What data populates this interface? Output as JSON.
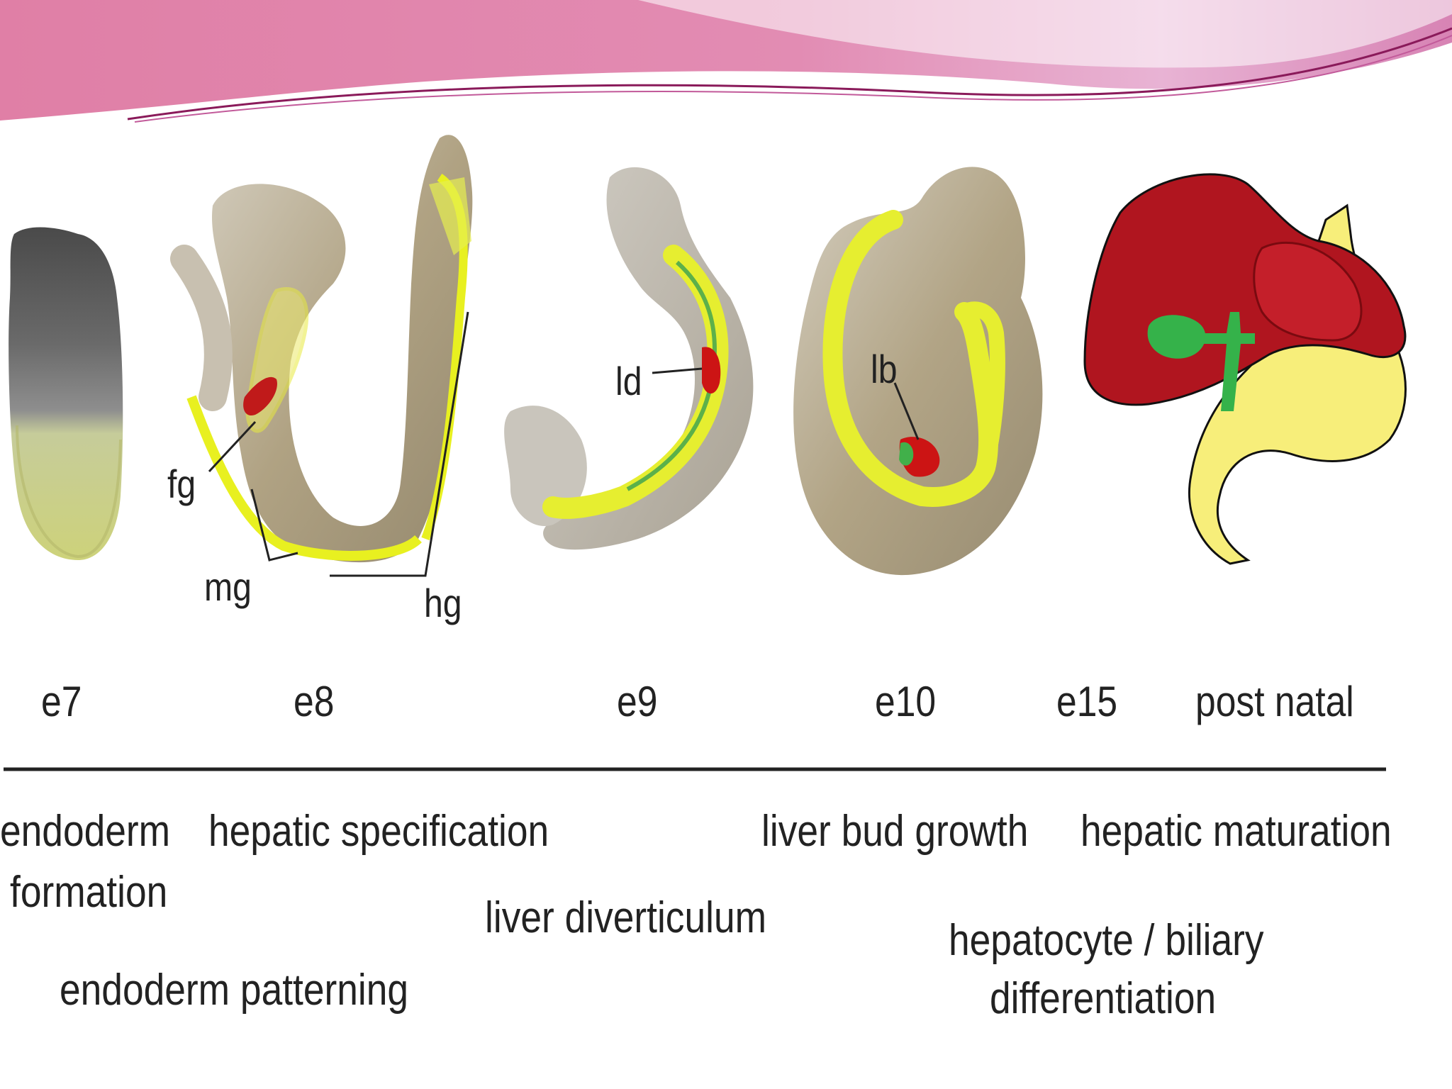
{
  "labels": {
    "fg": "fg",
    "mg": "mg",
    "hg": "hg",
    "ld": "ld",
    "lb": "lb"
  },
  "stages": [
    "e7",
    "e8",
    "e9",
    "e10",
    "e15",
    "post natal"
  ],
  "processes": {
    "endoderm_formation_1": "endoderm",
    "endoderm_formation_2": "formation",
    "hepatic_specification": "hepatic specification",
    "liver_bud_growth": "liver bud growth",
    "hepatic_maturation": "hepatic maturation",
    "liver_diverticulum": "liver diverticulum",
    "hepatocyte_biliary_1": "hepatocyte / biliary",
    "hepatocyte_biliary_2": "differentiation",
    "endoderm_patterning": "endoderm patterning"
  },
  "colors": {
    "header_pink": "#e07fa6",
    "endoderm_yellow": "#e8f060",
    "liver_red": "#b0151f",
    "biliary_green": "#35b24a",
    "gut_yellow": "#f7ee7a",
    "embryo_gray": "#b9b5ab"
  }
}
